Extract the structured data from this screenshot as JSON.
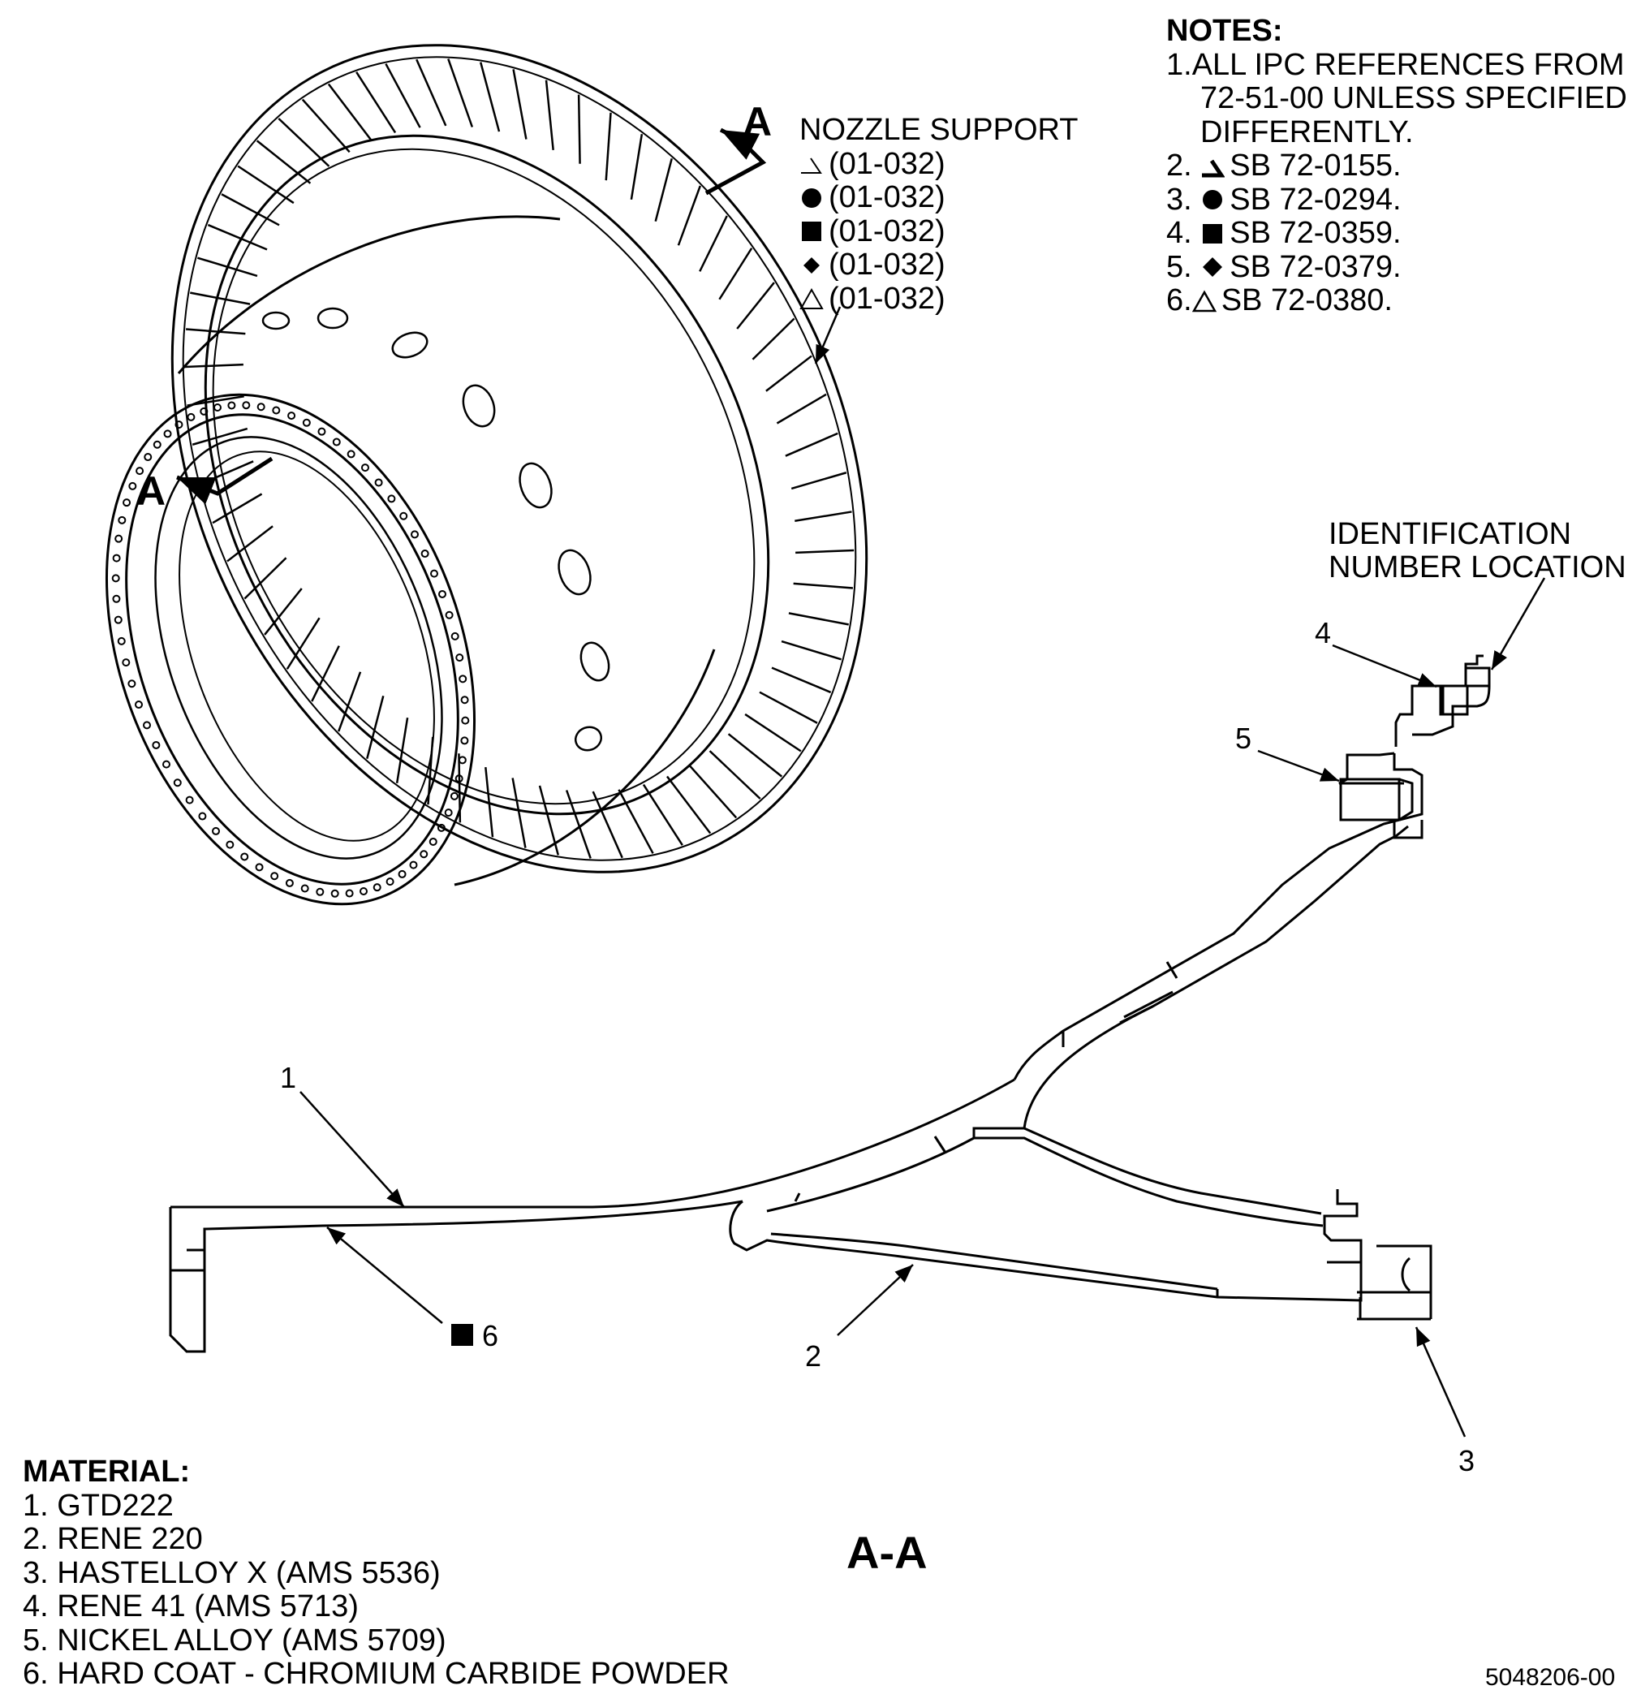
{
  "notes": {
    "title": "NOTES:",
    "items": [
      {
        "num": "1.",
        "lines": [
          "ALL IPC REFERENCES FROM",
          "72-51-00 UNLESS SPECIFIED",
          "DIFFERENTLY."
        ]
      },
      {
        "num": "2.",
        "symbol": "hook-symbol",
        "text": "SB 72-0155."
      },
      {
        "num": "3.",
        "symbol": "filled-circle-symbol",
        "text": "SB 72-0294."
      },
      {
        "num": "4.",
        "symbol": "filled-square-symbol",
        "text": "SB 72-0359."
      },
      {
        "num": "5.",
        "symbol": "filled-diamond-symbol",
        "text": "SB 72-0379."
      },
      {
        "num": "6.",
        "symbol": "open-triangle-symbol",
        "text": "SB 72-0380."
      }
    ]
  },
  "nozzle_support": {
    "title": "NOZZLE SUPPORT",
    "refs": [
      {
        "symbol": "hook-symbol",
        "text": "(01-032)"
      },
      {
        "symbol": "filled-circle-symbol",
        "text": "(01-032)"
      },
      {
        "symbol": "filled-square-symbol",
        "text": "(01-032)"
      },
      {
        "symbol": "filled-diamond-symbol",
        "text": "(01-032)"
      },
      {
        "symbol": "open-triangle-symbol",
        "text": "(01-032)"
      }
    ]
  },
  "section_marks": {
    "top": "A",
    "left": "A"
  },
  "identification": {
    "line1": "IDENTIFICATION",
    "line2": "NUMBER LOCATION"
  },
  "callouts": {
    "c1": "1",
    "c2": "2",
    "c3": "3",
    "c4": "4",
    "c5": "5",
    "c6": "6"
  },
  "section_title": "A-A",
  "material": {
    "title": "MATERIAL:",
    "items": [
      "1. GTD222",
      "2. RENE 220",
      "3. HASTELLOY X (AMS 5536)",
      "4. RENE 41 (AMS 5713)",
      "5. NICKEL ALLOY (AMS 5709)",
      "6. HARD COAT - CHROMIUM CARBIDE POWDER"
    ]
  },
  "drawing_number": "5048206-00"
}
